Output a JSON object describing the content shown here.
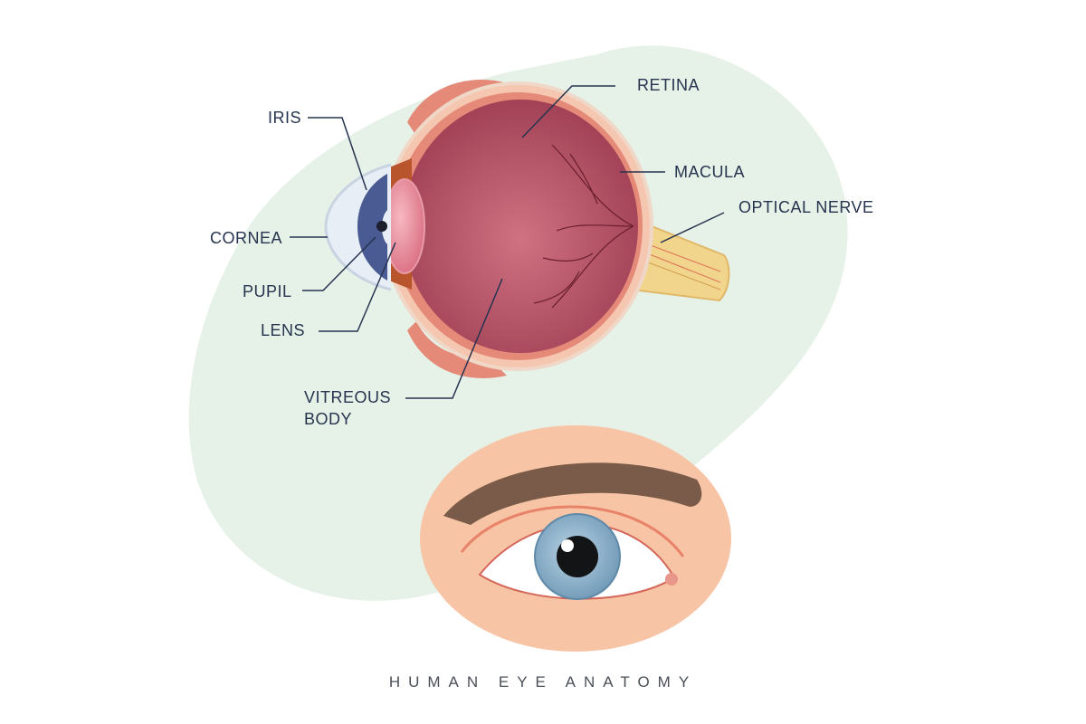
{
  "title": "HUMAN EYE ANATOMY",
  "labels": {
    "iris": "IRIS",
    "cornea": "CORNEA",
    "pupil": "PUPIL",
    "lens": "LENS",
    "vitreous_line1": "VITREOUS",
    "vitreous_line2": "BODY",
    "retina": "RETINA",
    "macula": "MACULA",
    "optical_nerve": "OPTICAL NERVE"
  },
  "colors": {
    "background": "#ffffff",
    "blob": "#e6f1e8",
    "label_text": "#26344f",
    "leader_line": "#26344f",
    "sclera": "#f5c7b0",
    "choroid": "#e58a78",
    "vitreous": "#c05a6c",
    "iris": "#4a5a92",
    "nerve": "#f1d58c",
    "skin": "#f7c5a5",
    "brow": "#7a5a48",
    "iris_front": "#8fb3cc"
  }
}
